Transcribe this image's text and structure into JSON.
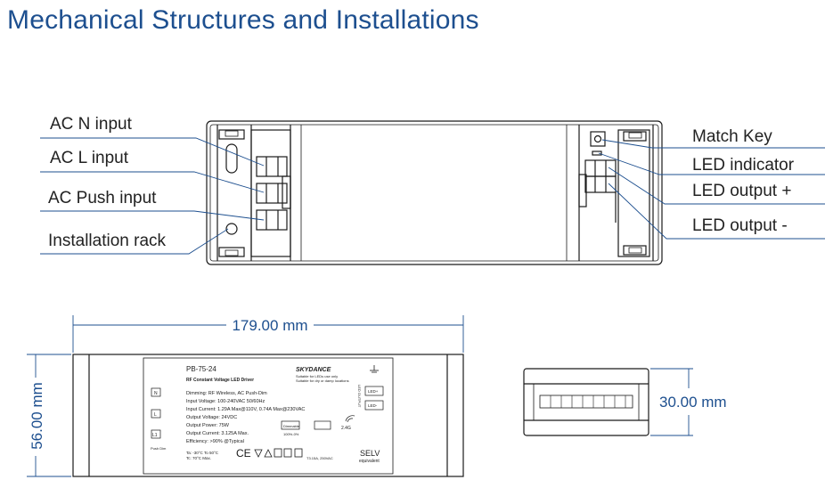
{
  "title": "Mechanical Structures and Installations",
  "callouts_left": [
    "AC N input",
    "AC L input",
    "AC Push input",
    "Installation rack"
  ],
  "callouts_right": [
    "Match Key",
    "LED indicator",
    "LED output +",
    "LED output -"
  ],
  "dimensions": {
    "width": "179.00 mm",
    "height": "56.00 mm",
    "depth": "30.00 mm"
  },
  "label": {
    "model": "PB-75-24",
    "subtitle": "RF Constant Voltage LED Driver",
    "brand": "SKYDANCE",
    "brand_note_1": "Suitable for LEDs use only",
    "brand_note_2": "Suitable for dry or damp locations",
    "specs": [
      "Dimming: RF Wireless, AC Push-Dim",
      "Input Voltage: 100-240VAC 50/60Hz",
      "Input Current: 1.29A Max@110V, 0.74A Max@230VAC",
      "Output Voltage: 24VDC",
      "Output Power: 75W",
      "Output Current: 3.125A Max.",
      "Efficiency: >90% @Typical"
    ],
    "term_n": "N",
    "term_l": "L",
    "term_l1": "L1",
    "push_dim": "Push Dim",
    "led_plus": "LED+",
    "led_minus": "LED-",
    "led_output": "LED OUTPUT",
    "temps_1": "Ta: -30°C To 50°C",
    "temps_2": "Tc: 70°C Max.",
    "dimmable": "Dimmable",
    "dimmable_range": "100%-0%",
    "freq": "2.4G",
    "fuse": "T3.15A, 250VAC",
    "selv_1": "SELV",
    "selv_2": "equivalent"
  }
}
